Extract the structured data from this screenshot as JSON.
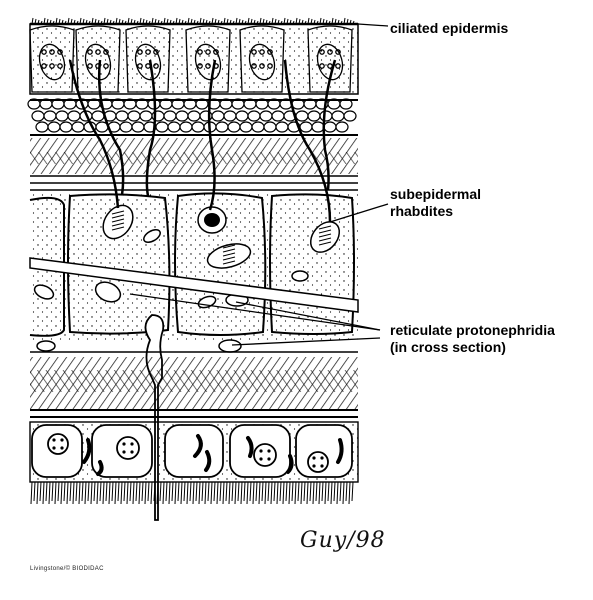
{
  "labels": {
    "ciliated_epidermis": "ciliated epidermis",
    "subepidermal_rhabdites_line1": "subepidermal",
    "subepidermal_rhabdites_line2": "rhabdites",
    "protonephridia_line1": "reticulate protonephridia",
    "protonephridia_line2": "(in cross section)"
  },
  "signature": "Guy/98",
  "credit": "Livingstone/© BIODIDAC",
  "colors": {
    "ink": "#000000",
    "paper": "#ffffff"
  }
}
